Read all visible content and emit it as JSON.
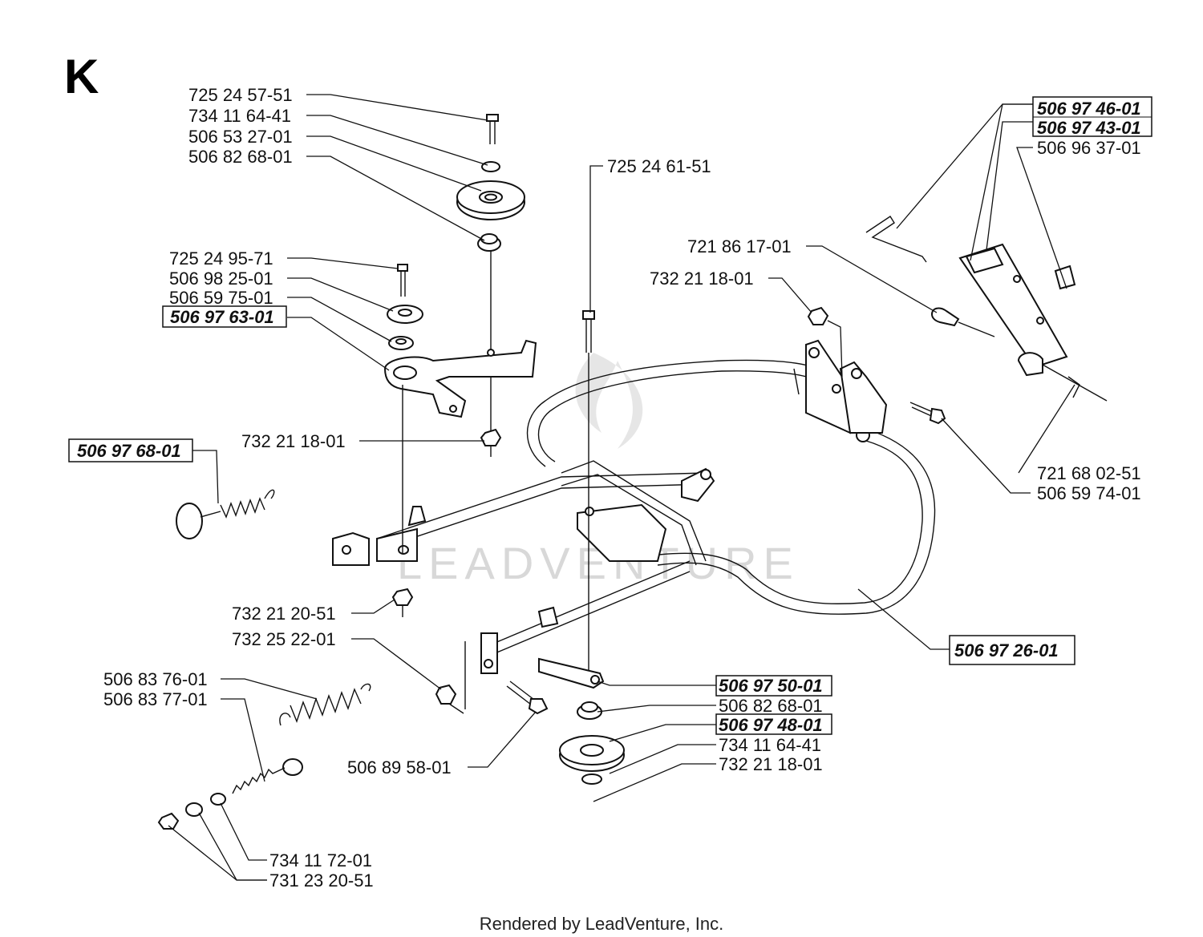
{
  "section_letter": "K",
  "watermark": "LEADVENTURE",
  "footer": "Rendered by LeadVenture, Inc.",
  "labels": [
    {
      "id": "p1",
      "text": "725 24 57-51",
      "boxed": false
    },
    {
      "id": "p2",
      "text": "734 11 64-41",
      "boxed": false
    },
    {
      "id": "p3",
      "text": "506 53 27-01",
      "boxed": false
    },
    {
      "id": "p4",
      "text": "506 82 68-01",
      "boxed": false
    },
    {
      "id": "p5",
      "text": "725 24 61-51",
      "boxed": false
    },
    {
      "id": "p6",
      "text": "506 97 46-01",
      "boxed": true
    },
    {
      "id": "p7",
      "text": "506 97 43-01",
      "boxed": true
    },
    {
      "id": "p8",
      "text": "506 96 37-01",
      "boxed": false
    },
    {
      "id": "p9",
      "text": "721 86 17-01",
      "boxed": false
    },
    {
      "id": "p10",
      "text": "732 21 18-01",
      "boxed": false
    },
    {
      "id": "p11",
      "text": "725 24 95-71",
      "boxed": false
    },
    {
      "id": "p12",
      "text": "506 98 25-01",
      "boxed": false
    },
    {
      "id": "p13",
      "text": "506 59 75-01",
      "boxed": false
    },
    {
      "id": "p14",
      "text": "506 97 63-01",
      "boxed": true
    },
    {
      "id": "p15",
      "text": "732 21 18-01",
      "boxed": false
    },
    {
      "id": "p16",
      "text": "506 97 68-01",
      "boxed": true
    },
    {
      "id": "p17",
      "text": "721 68 02-51",
      "boxed": false
    },
    {
      "id": "p18",
      "text": "506 59 74-01",
      "boxed": false
    },
    {
      "id": "p19",
      "text": "732 21 20-51",
      "boxed": false
    },
    {
      "id": "p20",
      "text": "732 25 22-01",
      "boxed": false
    },
    {
      "id": "p21",
      "text": "506 97 26-01",
      "boxed": true
    },
    {
      "id": "p22",
      "text": "506 83 76-01",
      "boxed": false
    },
    {
      "id": "p23",
      "text": "506 83 77-01",
      "boxed": false
    },
    {
      "id": "p24",
      "text": "506 97 50-01",
      "boxed": true
    },
    {
      "id": "p25",
      "text": "506 82 68-01",
      "boxed": false
    },
    {
      "id": "p26",
      "text": "506 97 48-01",
      "boxed": true
    },
    {
      "id": "p27",
      "text": "734 11 64-41",
      "boxed": false
    },
    {
      "id": "p28",
      "text": "732 21 18-01",
      "boxed": false
    },
    {
      "id": "p29",
      "text": "506 89 58-01",
      "boxed": false
    },
    {
      "id": "p30",
      "text": "734 11 72-01",
      "boxed": false
    },
    {
      "id": "p31",
      "text": "731 23 20-51",
      "boxed": false
    }
  ]
}
